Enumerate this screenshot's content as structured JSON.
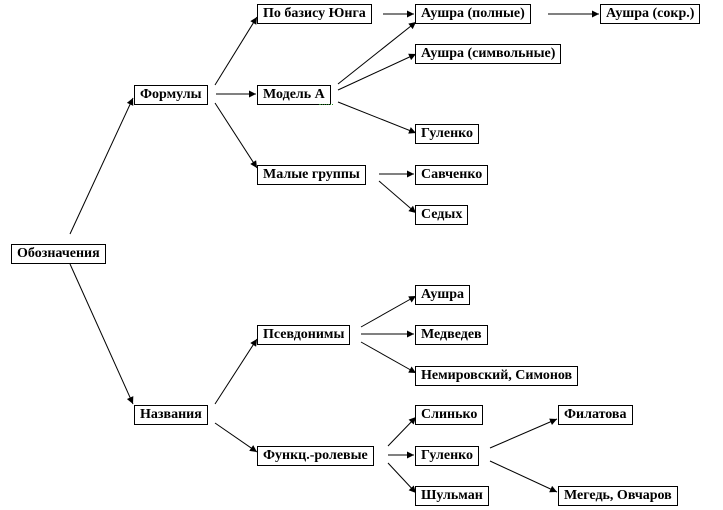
{
  "diagram": {
    "nodes": {
      "root": "Обозначения",
      "formulas": "Формулы",
      "names": "Названия",
      "jung": "По базису Юнга",
      "model_a": "Модель А",
      "small_groups": "Малые группы",
      "pseudonyms": "Псевдонимы",
      "func_role": "Функц.-ролевые",
      "augusta_full": "Аушра (полные)",
      "augusta_short": "Аушра (сокр.)",
      "augusta_symbolic": "Аушра (символьные)",
      "gulenko_1": "Гуленко",
      "savchenko": "Савченко",
      "sedykh": "Седых",
      "augusta_2": "Аушра",
      "medvedev": "Медведев",
      "nemirovsky": "Немировский, Симонов",
      "slinko": "Слинько",
      "gulenko_2": "Гуленко",
      "shulman": "Шульман",
      "filatova": "Филатова",
      "meged": "Мегедь, Овчаров"
    }
  }
}
